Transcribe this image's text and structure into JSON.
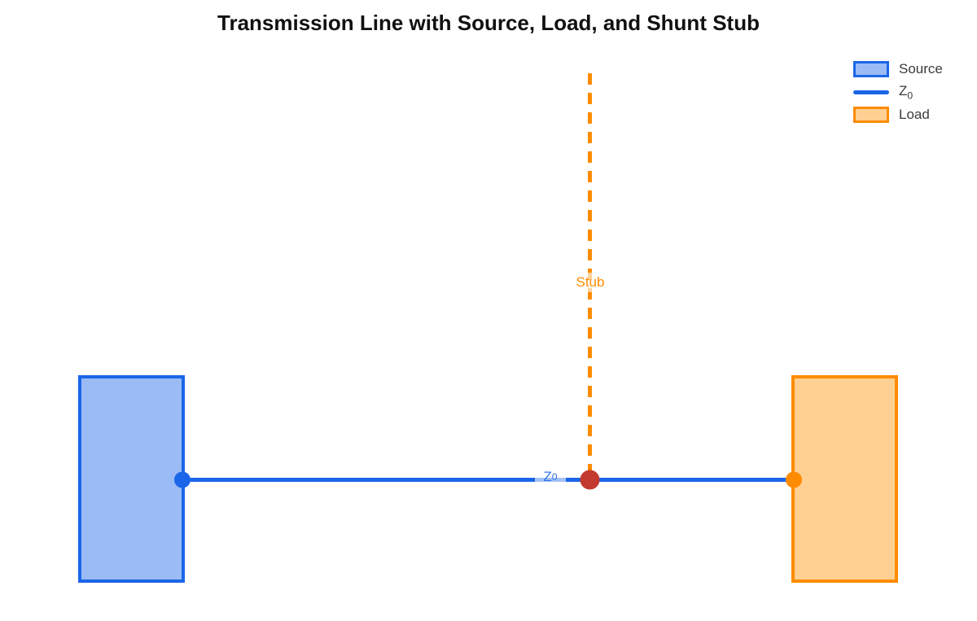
{
  "figure": {
    "title": "Transmission Line with Source, Load, and Shunt Stub"
  },
  "legend": {
    "source_label": "Source",
    "z0_label_main": "Z",
    "z0_label_sub": "0",
    "load_label": "Load"
  },
  "annotations": {
    "stub_label": "Stub",
    "z0_label_main": "Z",
    "z0_label_sub": "0"
  },
  "colors": {
    "blue": "#1b66e8",
    "blue_fill": "#9abbf5",
    "orange": "#ff8c00",
    "orange_fill": "#ffd092",
    "red": "#c33a2f",
    "title_text": "#111111",
    "legend_text": "#3b3b3b",
    "background": "#ffffff"
  }
}
